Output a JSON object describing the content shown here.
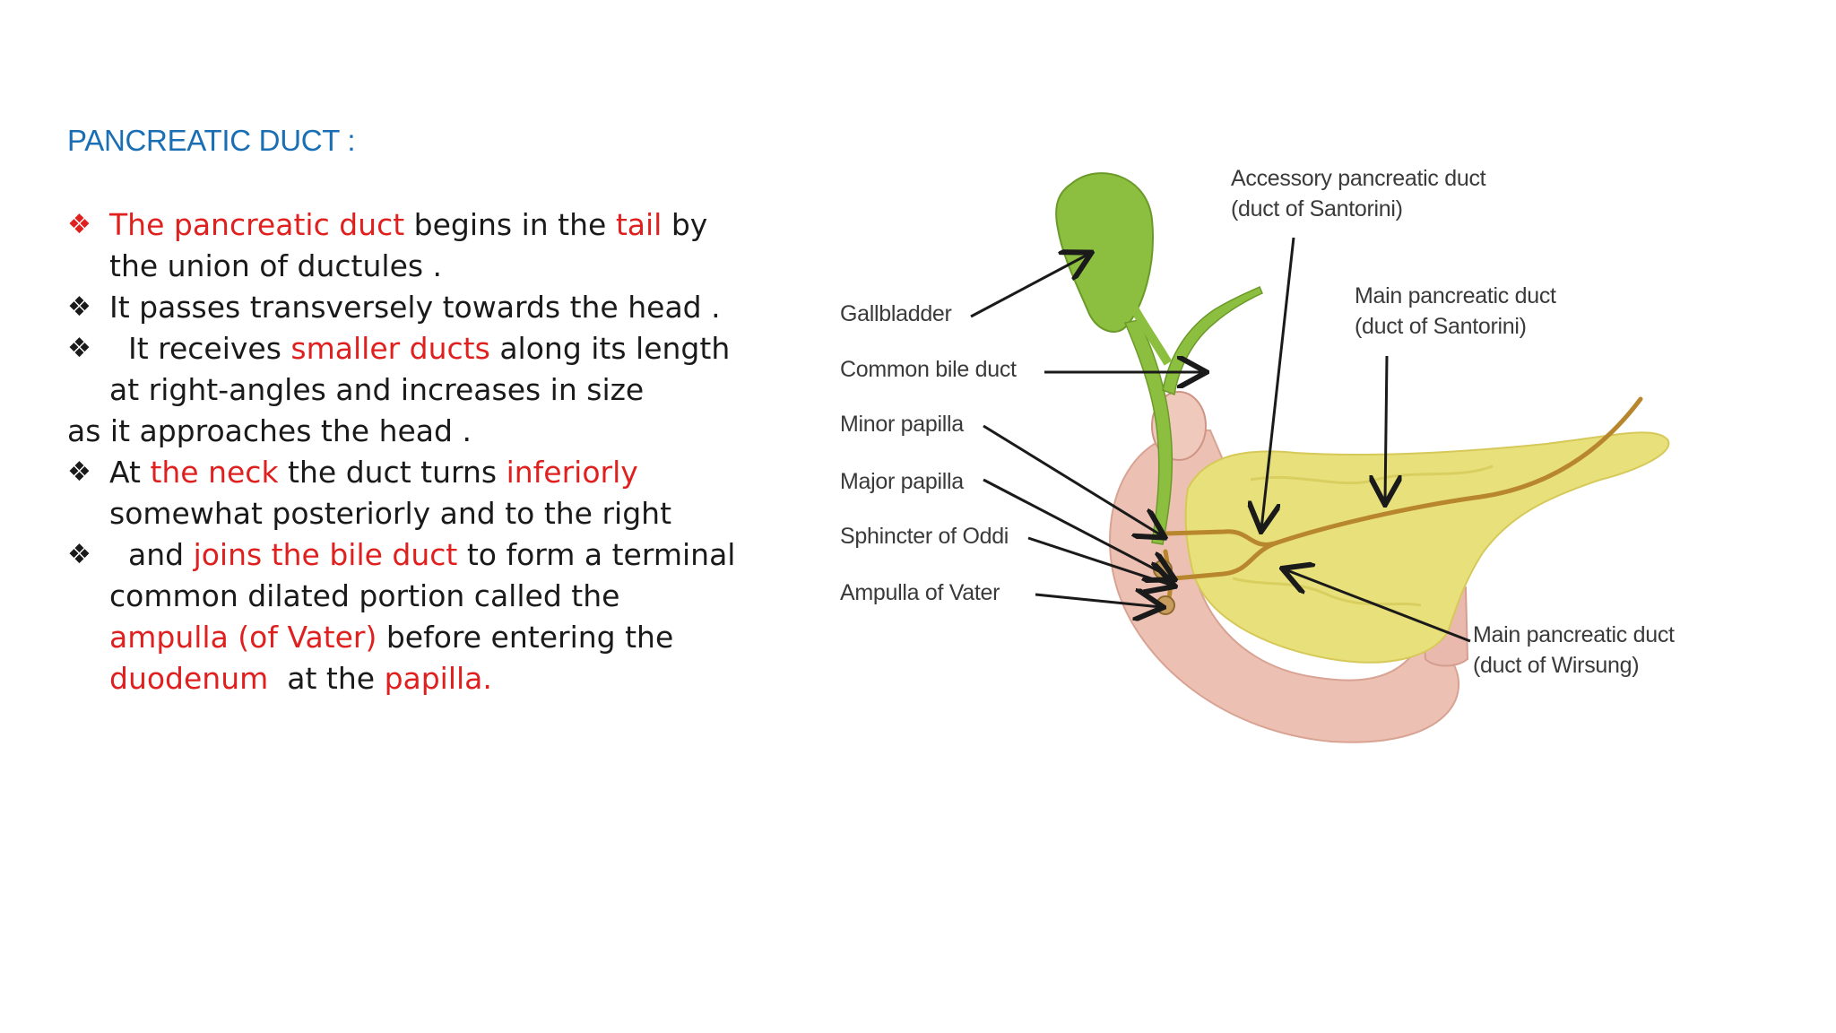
{
  "slide": {
    "title": "PANCREATIC DUCT :",
    "bullets": [
      {
        "lines": [
          [
            {
              "t": "The pancreatic duct",
              "red": true
            },
            {
              "t": " begins in the "
            },
            {
              "t": "tail",
              "red": true
            },
            {
              "t": " by"
            }
          ],
          [
            {
              "t": "the union of ductules ."
            }
          ]
        ],
        "bullet_red": true
      },
      {
        "lines": [
          [
            {
              "t": "It passes transversely towards the head ."
            }
          ]
        ]
      },
      {
        "lines": [
          [
            {
              "t": "  It receives "
            },
            {
              "t": "smaller ducts",
              "red": true
            },
            {
              "t": " along its length"
            }
          ],
          [
            {
              "t": "at right-angles and increases in size"
            }
          ],
          [
            {
              "t": "as it approaches the head .",
              "outdent": true
            }
          ]
        ]
      },
      {
        "lines": [
          [
            {
              "t": "At "
            },
            {
              "t": "the neck",
              "red": true
            },
            {
              "t": " the duct turns "
            },
            {
              "t": "inferiorly",
              "red": true
            }
          ],
          [
            {
              "t": "somewhat posteriorly and to the right"
            }
          ]
        ]
      },
      {
        "lines": [
          [
            {
              "t": "  and "
            },
            {
              "t": "joins the bile duct",
              "red": true
            },
            {
              "t": " to form a terminal"
            }
          ],
          [
            {
              "t": "common dilated portion called the"
            }
          ],
          [
            {
              "t": "ampulla (of Vater)",
              "red": true
            },
            {
              "t": " before entering the"
            }
          ],
          [
            {
              "t": "duodenum",
              "red": true
            },
            {
              "t": "  at the "
            },
            {
              "t": "papilla.",
              "red": true
            }
          ]
        ]
      }
    ],
    "bullet_glyph": "❖"
  },
  "diagram": {
    "labels": {
      "accessory_1": "Accessory pancreatic duct",
      "accessory_2": "(duct of Santorini)",
      "main_top_1": "Main pancreatic duct",
      "main_top_2": "(duct of Santorini)",
      "gallbladder": "Gallbladder",
      "common_bile": "Common bile duct",
      "minor_papilla": "Minor papilla",
      "major_papilla": "Major papilla",
      "sphincter": "Sphincter of Oddi",
      "ampulla": "Ampulla of Vater",
      "main_bottom_1": "Main pancreatic duct",
      "main_bottom_2": "(duct of Wirsung)"
    },
    "colors": {
      "gallbladder": "#8cbf3f",
      "pancreas": "#e8e07a",
      "duodenum": "#e9b9ad",
      "duct": "#b8872d"
    }
  }
}
